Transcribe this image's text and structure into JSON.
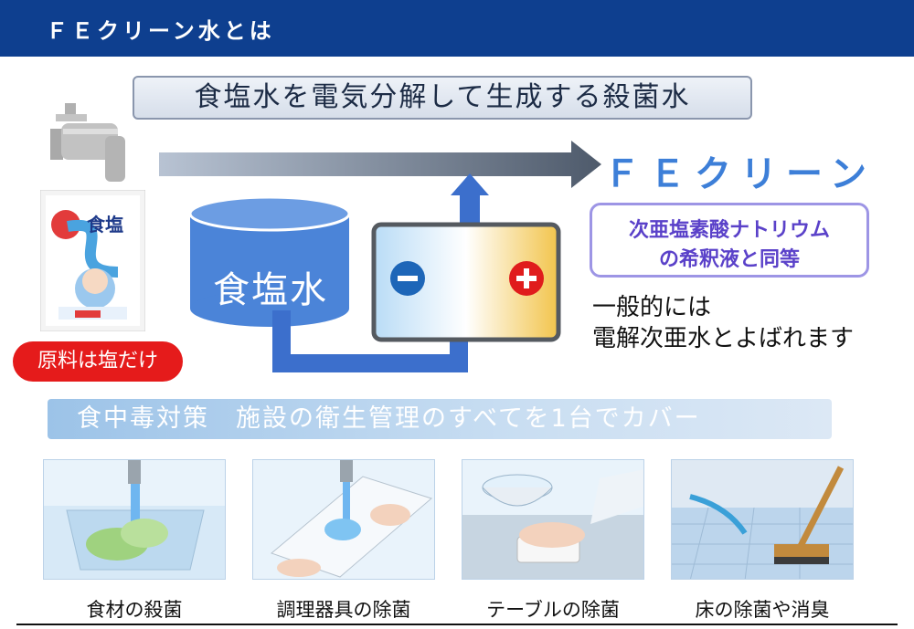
{
  "header": {
    "title": "ＦＥクリーン水とは",
    "bg_color": "#0e3f8f"
  },
  "banner": {
    "text": "食塩水を電気分解して生成する殺菌水"
  },
  "product": {
    "name": "ＦＥクリーン水",
    "color": "#3d7fd8"
  },
  "hypochlorite_box": {
    "line1": "次亜塩素酸ナトリウム",
    "line2": "の希釈液と同等"
  },
  "general_note": {
    "line1": "一般的には",
    "line2": "電解次亜水とよばれます"
  },
  "salt_package": {
    "label": "食塩"
  },
  "salt_only_badge": {
    "text": "原料は塩だけ",
    "color": "#e51b1b"
  },
  "tank": {
    "label": "食塩水"
  },
  "electrolysis": {
    "minus": "−",
    "plus": "+"
  },
  "cover_band": {
    "text": "食中毒対策　施設の衛生管理のすべてを1台でカバー"
  },
  "uses": [
    {
      "label": "食材の殺菌",
      "icon": "sink-vegetables-icon"
    },
    {
      "label": "調理器具の除菌",
      "icon": "cutting-board-icon"
    },
    {
      "label": "テーブルの除菌",
      "icon": "table-wipe-icon"
    },
    {
      "label": "床の除菌や消臭",
      "icon": "floor-brush-icon"
    }
  ]
}
